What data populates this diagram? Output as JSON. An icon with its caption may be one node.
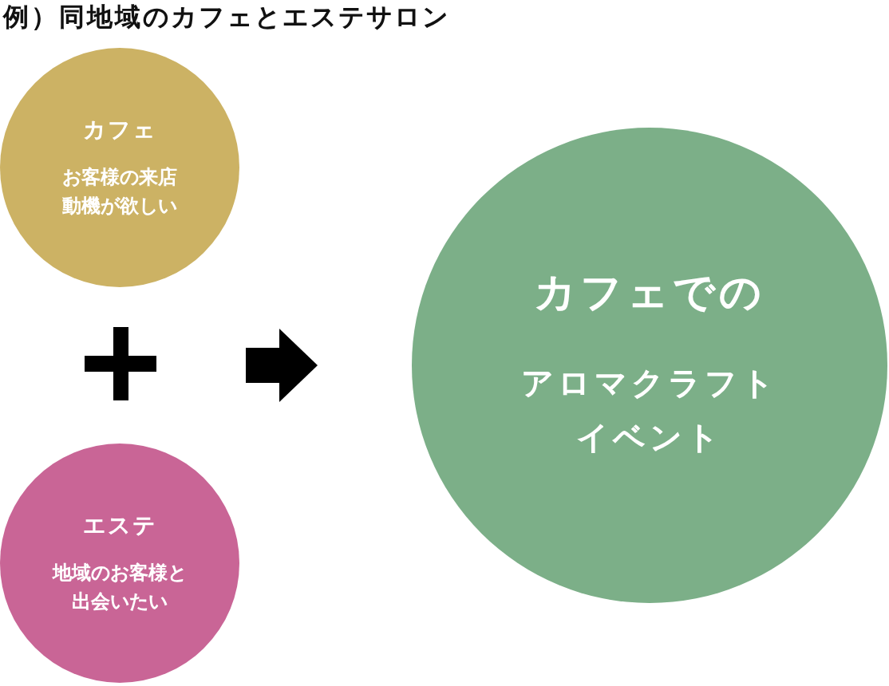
{
  "diagram": {
    "title": "例）同地域のカフェとエステサロン",
    "nodes": [
      {
        "text": [
          "カフェ",
          "お客様の来店動機が欲しい"
        ]
      },
      {
        "text": [
          "エステ",
          "地域のお客様と出会いたい"
        ]
      },
      {
        "text": [
          "カフェでの",
          "アロマクラフトイベント"
        ]
      }
    ],
    "edges": [
      {
        "from": null,
        "to": 2,
        "arrow": "to"
      }
    ]
  }
}
